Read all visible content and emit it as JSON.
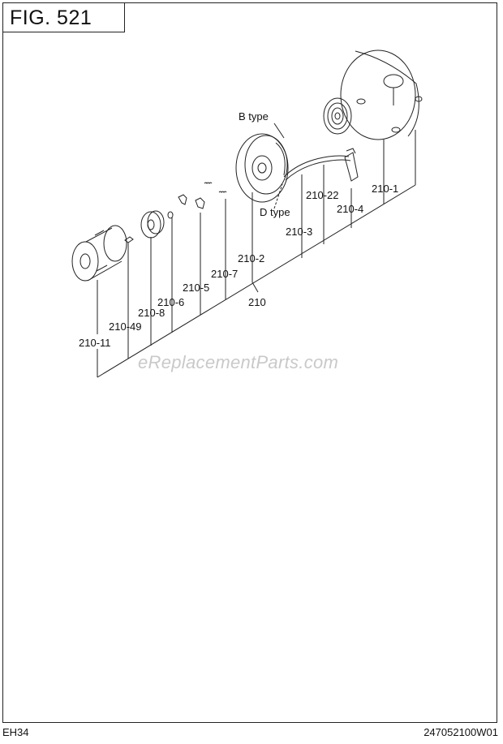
{
  "figure": {
    "title": "FIG. 521"
  },
  "watermark": "eReplacementParts.com",
  "footer": {
    "model": "EH34",
    "code": "247052100W01"
  },
  "callouts": {
    "b_type": "B type",
    "d_type": "D type",
    "p210": "210",
    "p210_1": "210-1",
    "p210_2": "210-2",
    "p210_3": "210-3",
    "p210_4": "210-4",
    "p210_5": "210-5",
    "p210_6": "210-6",
    "p210_7": "210-7",
    "p210_8": "210-8",
    "p210_11": "210-11",
    "p210_22": "210-22",
    "p210_49": "210-49"
  }
}
